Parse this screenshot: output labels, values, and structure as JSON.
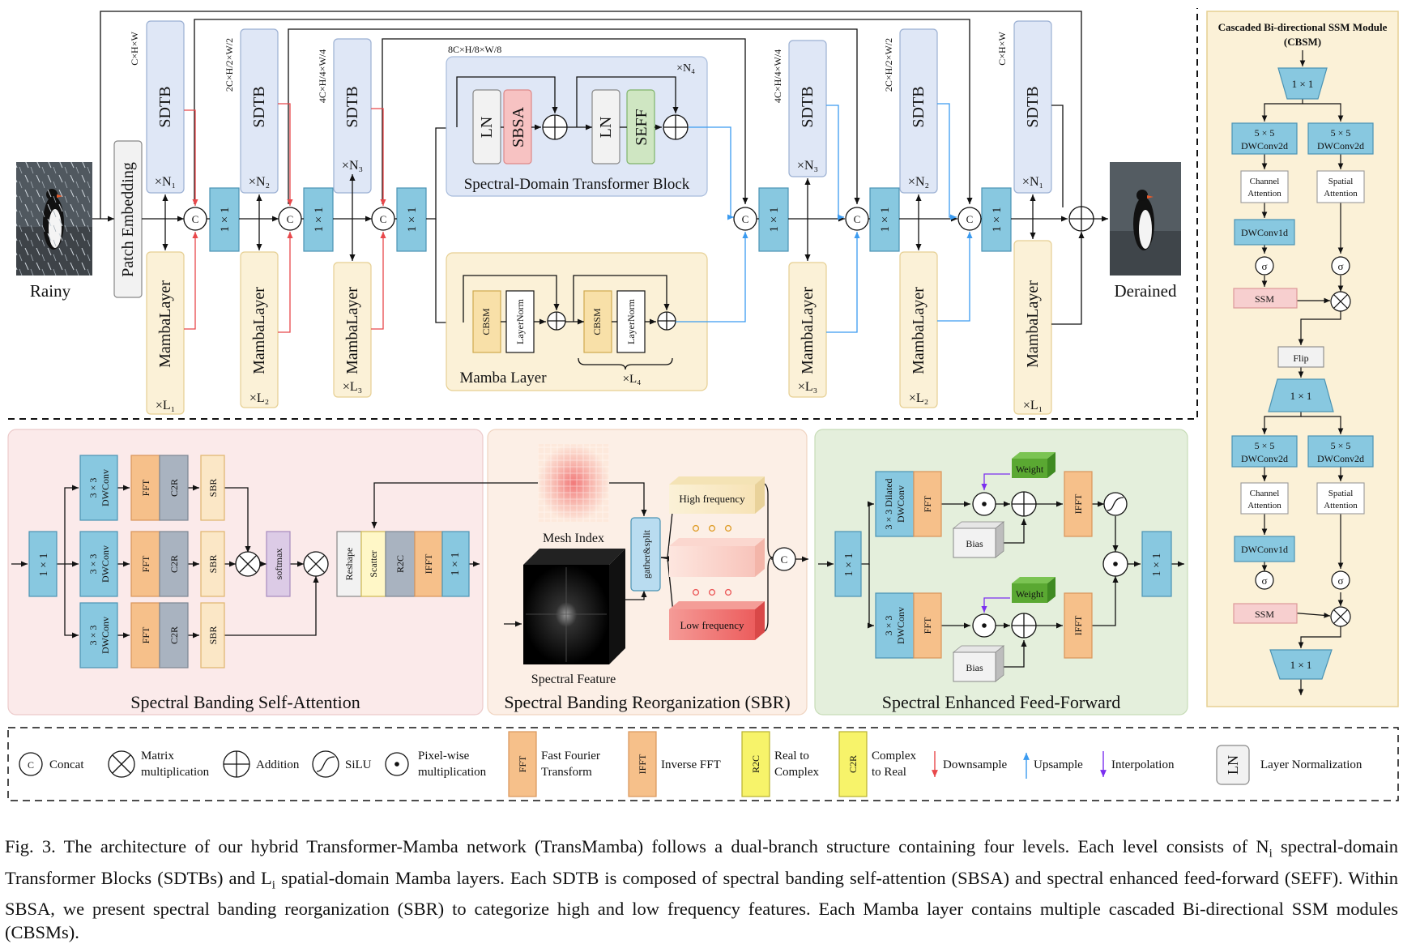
{
  "images": {
    "input_label": "Rainy",
    "output_label": "Derained"
  },
  "top": {
    "patch_embedding": "Patch Embedding",
    "sdtb": "SDTB",
    "mamba": "MambaLayer",
    "conv1x1": "1 × 1",
    "concat": "C",
    "enc_levels": [
      {
        "dim": "C×H×W",
        "n": "×N₁",
        "l": "×L₁"
      },
      {
        "dim": "2C×H/2×W/2",
        "n": "×N₂",
        "l": "×L₂"
      },
      {
        "dim": "4C×H/4×W/4",
        "n": "×N₃",
        "l": "×L₃"
      }
    ],
    "dec_levels": [
      {
        "dim": "4C×H/4×W/4",
        "n": "×N₃",
        "l": "×L₃"
      },
      {
        "dim": "2C×H/2×W/2",
        "n": "×N₂",
        "l": "×L₂"
      },
      {
        "dim": "C×H×W",
        "n": "×N₁",
        "l": "×L₁"
      }
    ],
    "bottleneck_dim": "8C×H/8×W/8",
    "transformer_block": {
      "title": "Spectral-Domain Transformer Block",
      "repeat": "×N₄",
      "ln": "LN",
      "sbsa": "SBSA",
      "seff": "SEFF"
    },
    "mamba_layer": {
      "title": "Mamba Layer",
      "cbsm": "CBSM",
      "layernorm": "LayerNorm",
      "repeat": "×L₄"
    }
  },
  "cbsm": {
    "title_line1": "Cascaded Bi-directional SSM Module",
    "title_line2": "(CBSM)",
    "conv1x1": "1 × 1",
    "conv5x5_a": "5 × 5",
    "conv5x5_b": "DWConv2d",
    "channel_attention_a": "Channel",
    "channel_attention_b": "Attention",
    "spatial_attention_a": "Spatial",
    "spatial_attention_b": "Attention",
    "dwconv1d": "DWConv1d",
    "sigma": "σ",
    "ssm": "SSM",
    "flip": "Flip"
  },
  "sbsa": {
    "title": "Spectral Banding Self-Attention",
    "conv1x1": "1 × 1",
    "dwconv_a": "3 × 3",
    "dwconv_b": "DWConv",
    "fft": "FFT",
    "c2r": "C2R",
    "sbr": "SBR",
    "softmax": "softmax",
    "reshape": "Reshape",
    "scatter": "Scatter",
    "r2c": "R2C",
    "ifft": "IFFT"
  },
  "sbr": {
    "title": "Spectral Banding Reorganization (SBR)",
    "mesh_index": "Mesh Index",
    "spectral_feature": "Spectral Feature",
    "gather_split": "gather&split",
    "high_freq": "High frequency",
    "low_freq": "Low frequency",
    "concat": "C"
  },
  "seff": {
    "title": "Spectral Enhanced Feed-Forward",
    "conv1x1": "1 × 1",
    "dilated_a": "3 × 3 Dilated",
    "dilated_b": "DWConv",
    "dwconv_a": "3 × 3",
    "dwconv_b": "DWConv",
    "fft": "FFT",
    "ifft": "IFFT",
    "weight": "Weight",
    "bias": "Bias"
  },
  "legend": {
    "concat_sym": "C",
    "concat": "Concat",
    "matmul_a": "Matrix",
    "matmul_b": "multiplication",
    "addition": "Addition",
    "silu": "SiLU",
    "pixel_a": "Pixel-wise",
    "pixel_b": "multiplication",
    "fft_sym": "FFT",
    "fft_a": "Fast Fourier",
    "fft_b": "Transform",
    "ifft_sym": "IFFT",
    "ifft": "Inverse FFT",
    "r2c_sym": "R2C",
    "r2c_a": "Real to",
    "r2c_b": "Complex",
    "c2r_sym": "C2R",
    "c2r_a": "Complex",
    "c2r_b": "to Real",
    "downsample": "Downsample",
    "upsample": "Upsample",
    "interpolation": "Interpolation",
    "ln_sym": "LN",
    "ln": "Layer Normalization"
  },
  "caption": {
    "p1": "Fig. 3.  The architecture of our hybrid Transformer-Mamba network (TransMamba) follows a dual-branch structure containing four levels. Each level consists of N",
    "p1_sub": "i",
    "p2": " spectral-domain Transformer Blocks (SDTBs) and L",
    "p2_sub": "i",
    "p3": " spatial-domain Mamba layers. Each SDTB is composed of spectral banding self-attention (SBSA) and spectral enhanced feed-forward (SEFF). Within SBSA, we present spectral banding reorganization (SBR) to categorize high and low frequency features. Each Mamba layer contains multiple cascaded Bi-directional SSM modules (CBSMs)."
  },
  "colors": {
    "sdtb_fill": "#dfe7f6",
    "mamba_fill": "#fbf1d7",
    "conv_fill": "#88c8e0",
    "fft_fill": "#f6c08a",
    "c2r_fill": "#a9b3c0",
    "sbr_fill": "#fbe7c6",
    "softmax_fill": "#dccbe6",
    "down_arrow": "#e8484b",
    "up_arrow": "#3b9bf0",
    "interp_arrow": "#7b2ff0",
    "weight_fill": "#5aa832",
    "ssm_fill": "#f7cfcf"
  }
}
